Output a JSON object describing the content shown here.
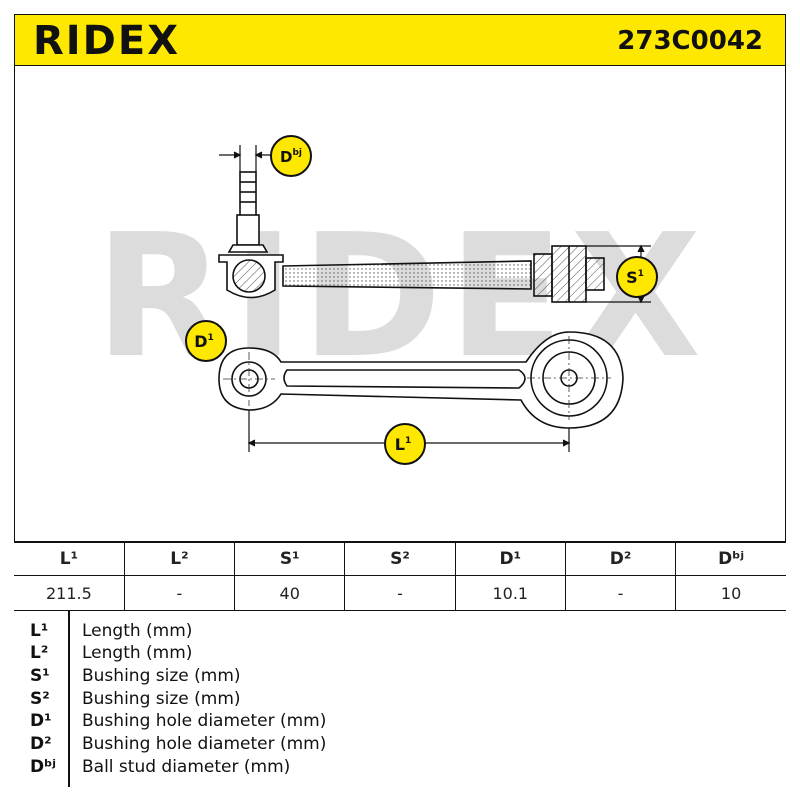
{
  "brand": {
    "logo_text": "RIDEX",
    "watermark_text": "RIDEX"
  },
  "part_number": "273C0042",
  "callouts": {
    "dbj": "Dbj",
    "s1": "S1",
    "d1": "D1",
    "l1": "L1"
  },
  "spec_table": {
    "headers": [
      "L¹",
      "L²",
      "S¹",
      "S²",
      "D¹",
      "D²",
      "Dᵇʲ"
    ],
    "values": [
      "211.5",
      "-",
      "40",
      "-",
      "10.1",
      "-",
      "10"
    ]
  },
  "legend": [
    {
      "symbol": "L¹",
      "description": "Length (mm)"
    },
    {
      "symbol": "L²",
      "description": "Length (mm)"
    },
    {
      "symbol": "S¹",
      "description": "Bushing size (mm)"
    },
    {
      "symbol": "S²",
      "description": "Bushing size (mm)"
    },
    {
      "symbol": "D¹",
      "description": "Bushing hole diameter (mm)"
    },
    {
      "symbol": "D²",
      "description": "Bushing hole diameter (mm)"
    },
    {
      "symbol": "Dᵇʲ",
      "description": "Ball stud diameter (mm)"
    }
  ],
  "colors": {
    "accent_yellow": "#ffe800",
    "line": "#111111",
    "watermark": "#dcdcdc"
  }
}
